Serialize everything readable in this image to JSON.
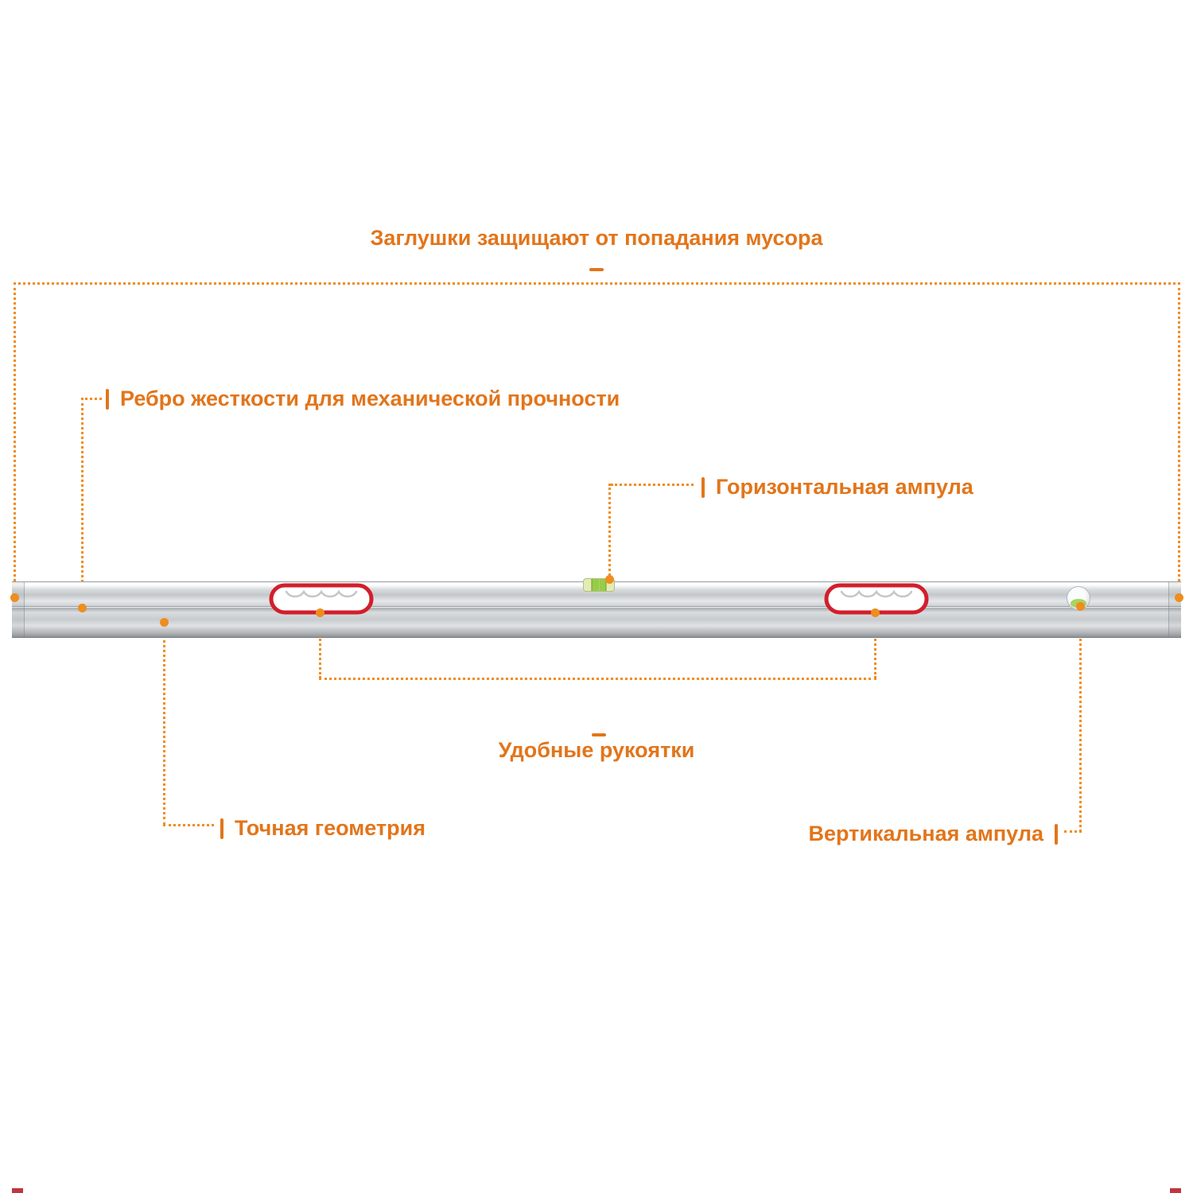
{
  "product": "aluminum-spirit-level-rule",
  "colors": {
    "accent_text": "#e2751a",
    "accent_line": "#ef8d1e",
    "handle_ring": "#d21f2b",
    "vial_green": "#8cc63f",
    "red_edge": "#c03540"
  },
  "annotations": {
    "caps": {
      "label": "Заглушки защищают от попадания мусора"
    },
    "rib": {
      "label": "Ребро жесткости для механической прочности"
    },
    "horizontal_vial": {
      "label": "Горизонтальная ампула"
    },
    "handles": {
      "label": "Удобные рукоятки"
    },
    "geometry": {
      "label": "Точная геометрия"
    },
    "vertical_vial": {
      "label": "Вертикальная ампула"
    }
  }
}
